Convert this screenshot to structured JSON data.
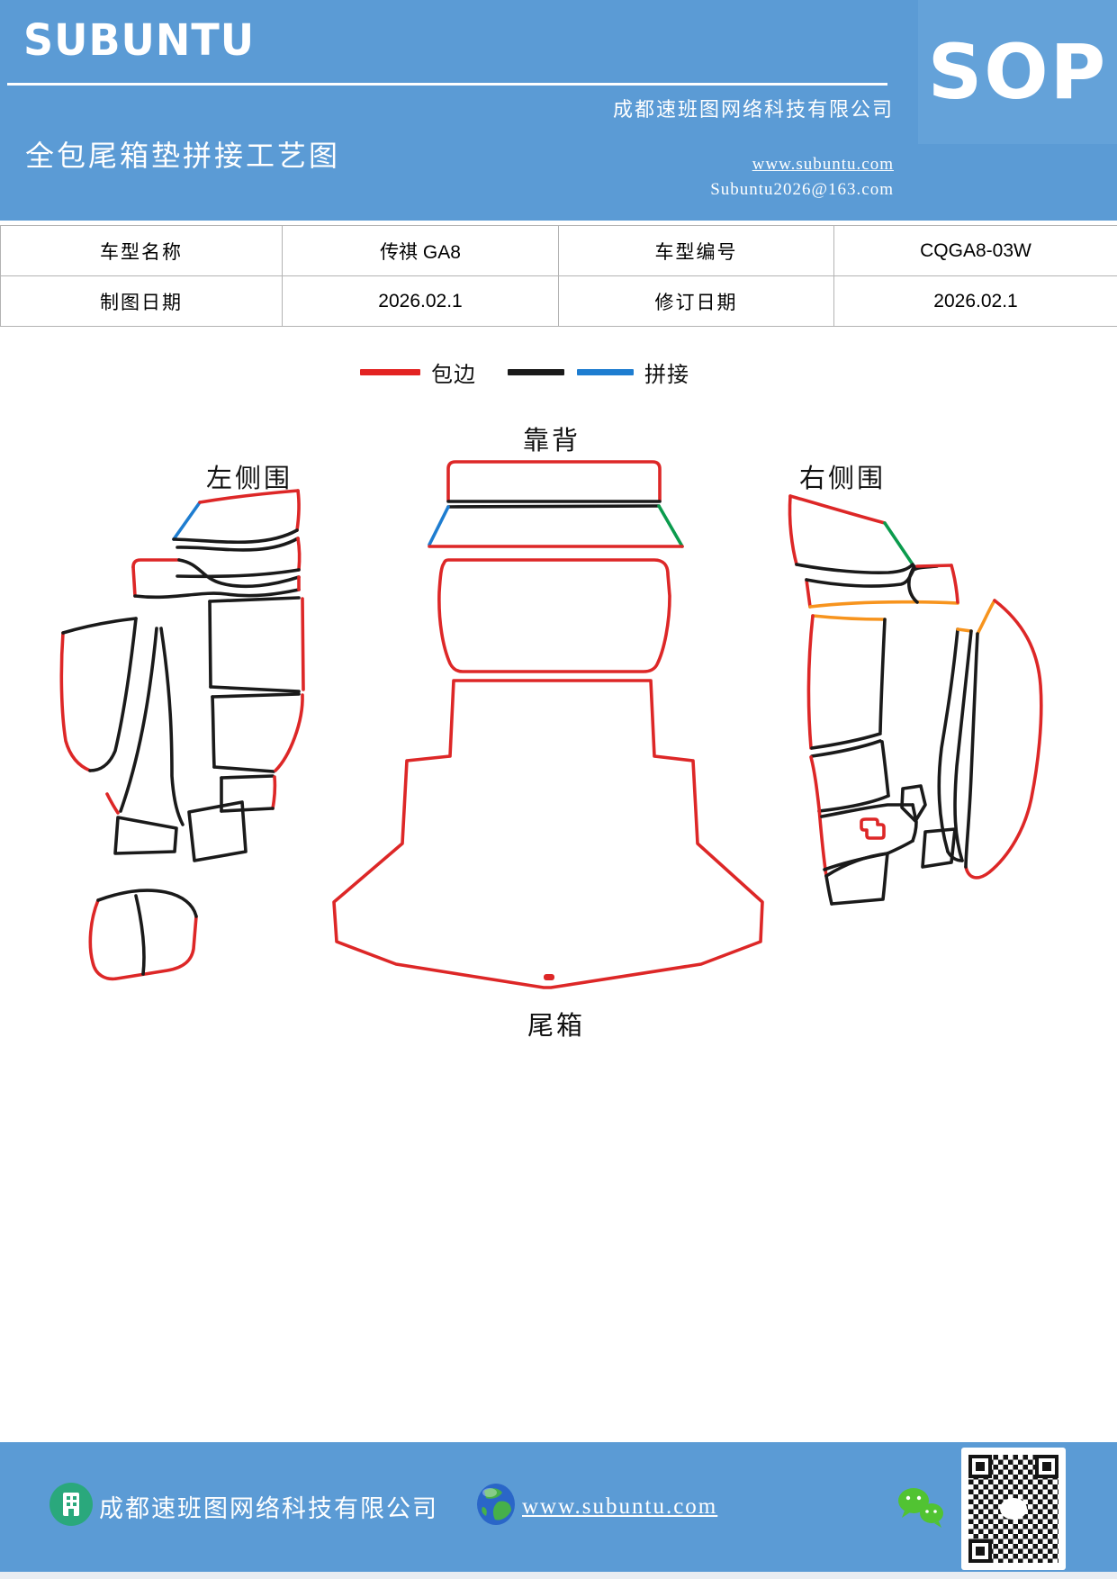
{
  "header": {
    "logo": "SUBUNTU",
    "company": "成都速班图网络科技有限公司",
    "title": "全包尾箱垫拼接工艺图",
    "sop": "SOP",
    "website": "www.subuntu.com",
    "email": "Subuntu2026@163.com"
  },
  "info_table": {
    "rows": [
      [
        "车型名称",
        "传祺 GA8",
        "车型编号",
        "CQGA8-03W"
      ],
      [
        "制图日期",
        "2026.02.1",
        "修订日期",
        "2026.02.1"
      ]
    ]
  },
  "legend": {
    "items": [
      {
        "label": "包边"
      },
      {
        "label": "拼接"
      }
    ]
  },
  "diagram": {
    "labels": {
      "backrest": "靠背",
      "left_side": "左侧围",
      "right_side": "右侧围",
      "trunk": "尾箱"
    }
  },
  "footer": {
    "company": "成都速班图网络科技有限公司",
    "website": "www.subuntu.com"
  },
  "colors": {
    "header_bg": "#5b9bd5",
    "sop_bg": "#64a2d9",
    "footer_bg": "#5b9bd5",
    "table_border": "#b3b3b3",
    "legend_red": "#e32322",
    "edge_red": "#dd2727",
    "seam_black": "#1a1a1a",
    "seam_blue": "#1e7dd0",
    "seam_green": "#0b9b4d",
    "seam_orange": "#f7941e",
    "building_green": "#2aa87c",
    "wechat_green": "#51c332"
  }
}
